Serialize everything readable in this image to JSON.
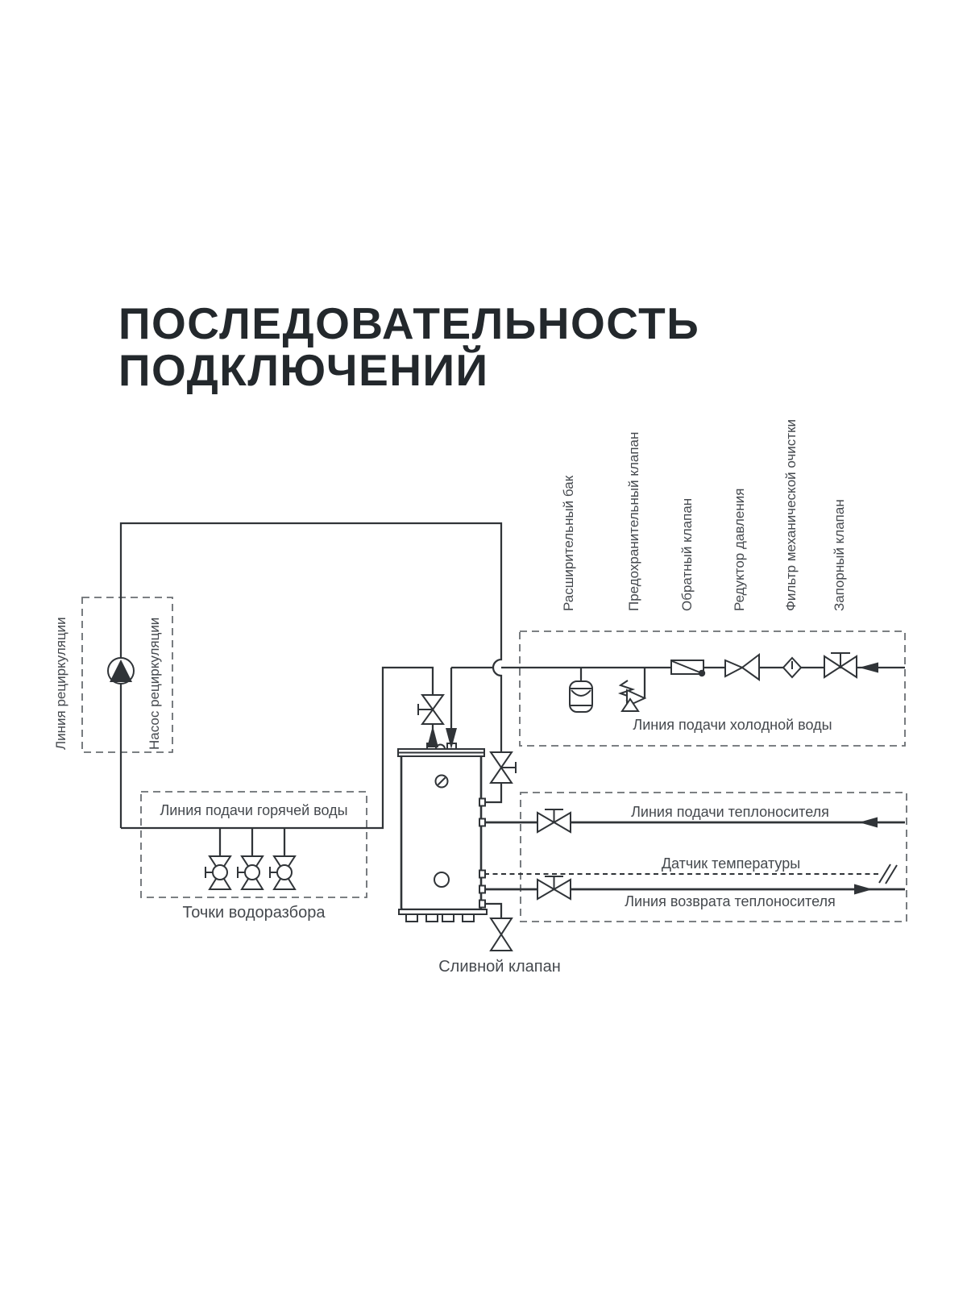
{
  "title": {
    "line1": "ПОСЛЕДОВАТЕЛЬНОСТЬ",
    "line2": "ПОДКЛЮЧЕНИЙ"
  },
  "component_labels": [
    {
      "id": "expansion-tank",
      "text": "Расширительный бак"
    },
    {
      "id": "safety-valve",
      "text": "Предохранительный клапан"
    },
    {
      "id": "check-valve",
      "text": "Обратный клапан"
    },
    {
      "id": "pressure-reducer",
      "text": "Редуктор давления"
    },
    {
      "id": "mechanical-filter",
      "text": "Фильтр механической очистки"
    },
    {
      "id": "shutoff-valve",
      "text": "Запорный клапан"
    }
  ],
  "recirculation": {
    "line_label": "Линия рециркуляции",
    "pump_label": "Насос рециркуляции"
  },
  "hot_water": {
    "line_label": "Линия подачи горячей воды",
    "taps_label": "Точки водоразбора"
  },
  "cold_water": {
    "line_label": "Линия подачи холодной воды"
  },
  "heat_carrier": {
    "supply_label": "Линия подачи теплоносителя",
    "sensor_label": "Датчик температуры",
    "return_label": "Линия возврата теплоносителя"
  },
  "drain": {
    "label": "Сливной клапан"
  },
  "colors": {
    "line": "#303438",
    "dash": "#6a6e72",
    "text": "#45494e",
    "title": "#23282c"
  }
}
